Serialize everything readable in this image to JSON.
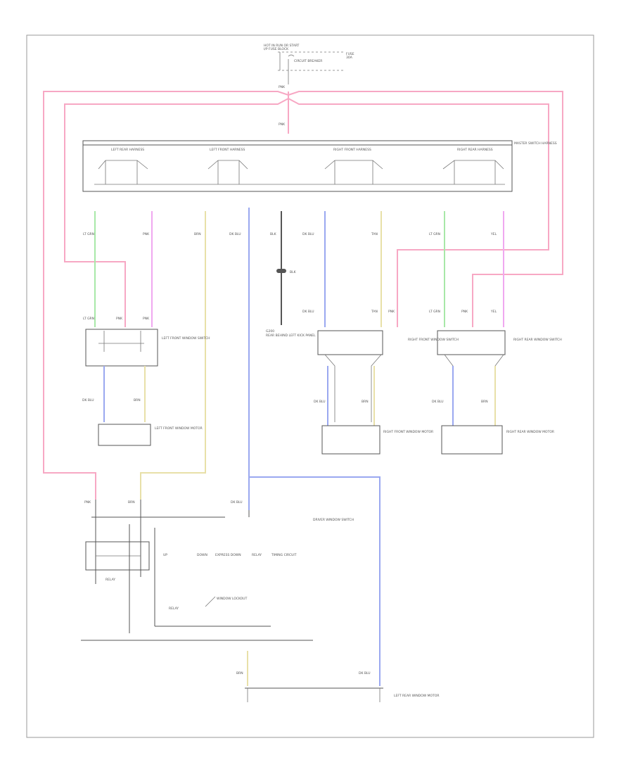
{
  "diagram": {
    "colors": {
      "pink": "#f7a8c4",
      "green": "#a8e8a8",
      "violet": "#f0a8f0",
      "tan": "#e8e0a8",
      "blue": "#9aa8f0",
      "black": "#555555",
      "frame": "#888888"
    },
    "header": {
      "line1": "HOT IN RUN OR START",
      "line2": "I/P FUSE BLOCK",
      "fuse_label": "FUSE",
      "fuse_amp": "30A",
      "note": "CIRCUIT BREAKER"
    },
    "splice_top": "PNK",
    "bus_wire": "PNK",
    "connector_labels": {
      "left_rear": "LEFT REAR HARNESS",
      "left_front": "LEFT FRONT HARNESS",
      "right_front": "RIGHT FRONT HARNESS",
      "right_rear": "RIGHT REAR HARNESS",
      "master": "MASTER SWITCH HARNESS"
    },
    "wire_labels": {
      "lt_grn": "LT GRN",
      "pnk": "PNK",
      "brn": "BRN",
      "dk_blu": "DK BLU",
      "blk": "BLK",
      "tan": "TAN",
      "yel": "YEL"
    },
    "ground": {
      "label": "G200",
      "note": "REAR BEHIND LEFT KICK PANEL"
    },
    "switches": {
      "left_front_window": "LEFT FRONT WINDOW SWITCH",
      "left_front_motor": "LEFT FRONT WINDOW MOTOR",
      "right_front_window": "RIGHT FRONT WINDOW SWITCH",
      "right_front_motor": "RIGHT FRONT WINDOW MOTOR",
      "right_rear_window": "RIGHT REAR WINDOW SWITCH",
      "right_rear_motor": "RIGHT REAR WINDOW MOTOR",
      "left_rear_motor": "LEFT REAR WINDOW MOTOR",
      "window_lockout": "WINDOW LOCKOUT"
    },
    "module": {
      "title": "DRIVER WINDOW SWITCH",
      "up": "UP",
      "down": "DOWN",
      "express": "EXPRESS DOWN",
      "relay": "RELAY",
      "timing": "TIMING CIRCUIT"
    }
  }
}
